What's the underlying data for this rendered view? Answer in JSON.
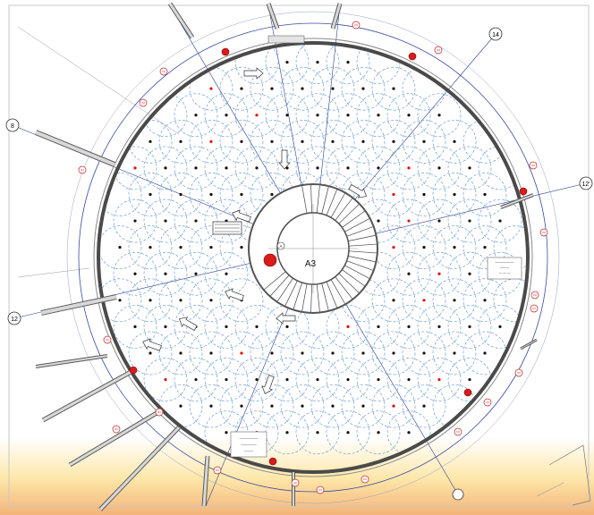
{
  "drawing": {
    "center_label": "A3",
    "small_center_mark": "A",
    "grid_bubbles": [
      "8",
      "14",
      "12'",
      "12"
    ],
    "note_1_lines": [
      "——————",
      "———",
      "— — —"
    ],
    "note_2_lines": [
      "——————",
      "—————",
      "———"
    ]
  },
  "colors": {
    "wall": "#4a4a4a",
    "sprinkler_coverage": "#5a8fc8",
    "grid_line": "#2f3f8f",
    "device_black": "#111111",
    "device_red": "#e01010",
    "marker_red": "#d81c1c",
    "background_bottom": "#f4b37a"
  }
}
